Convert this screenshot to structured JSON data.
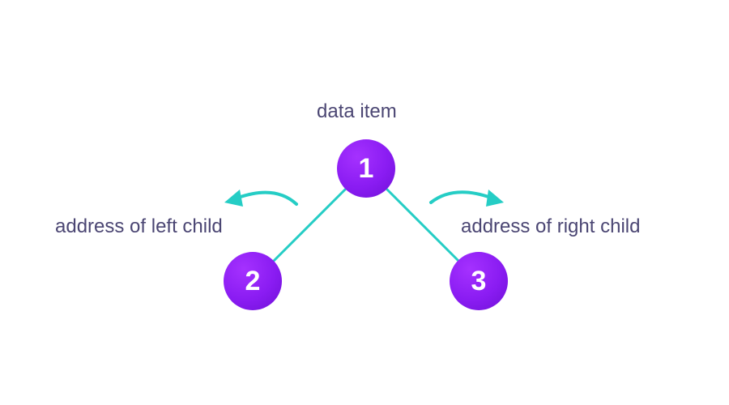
{
  "diagram": {
    "root": {
      "value": "1",
      "label": "data item"
    },
    "left_child": {
      "value": "2",
      "label": "address of left child"
    },
    "right_child": {
      "value": "3",
      "label": "address of right child"
    }
  },
  "colors": {
    "node_fill": "#8a1cf2",
    "node_text": "#ffffff",
    "edge": "#25cdc5",
    "label_text": "#4b4673",
    "background": "#ffffff"
  }
}
